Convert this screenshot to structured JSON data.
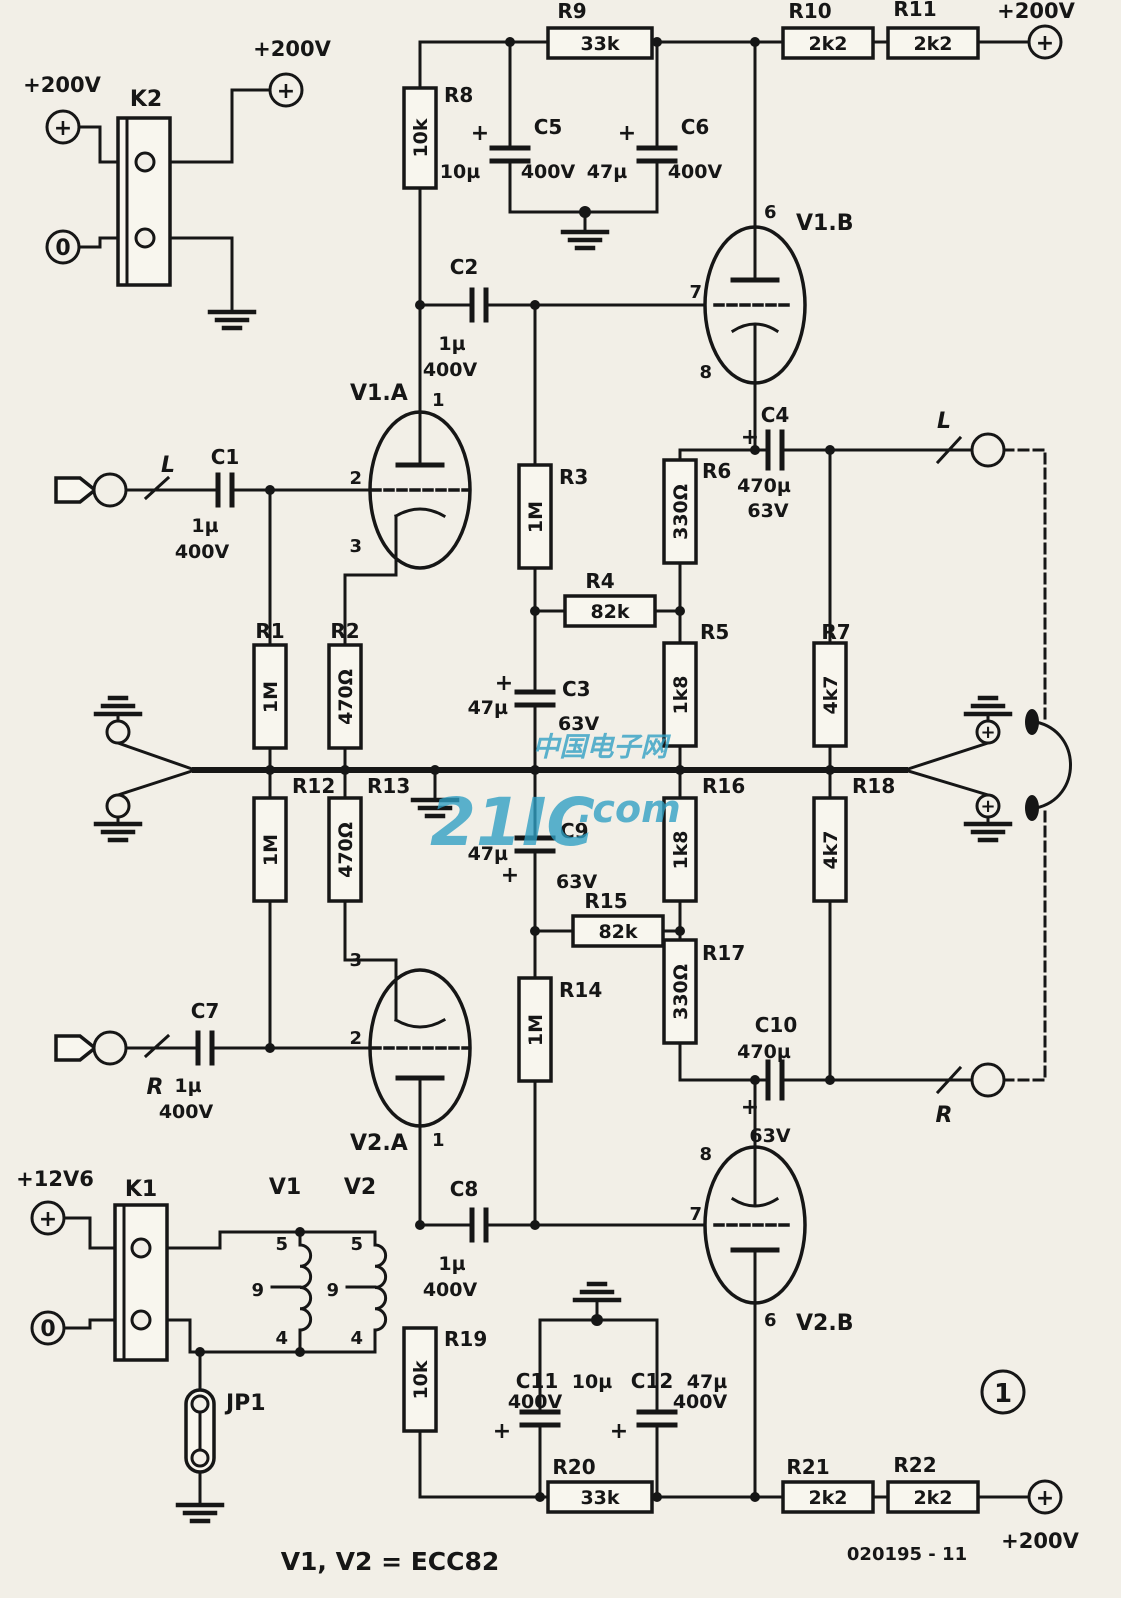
{
  "schematic": {
    "figure_number": "1",
    "doc_number": "020195 - 11",
    "tube_note": "V1, V2 = ECC82"
  },
  "watermark": {
    "brand": "21IC",
    "suffix": ".com",
    "chinese": "中国电子网"
  },
  "power": {
    "v200_k2_in": "+200V",
    "v200_k2_out": "+200V",
    "v200_top": "+200V",
    "v200_bottom": "+200V",
    "v12": "+12V6",
    "zero_top": "0",
    "zero_bottom": "0",
    "plus": "+"
  },
  "connectors": {
    "k2": "K2",
    "k1": "K1",
    "jp1": "JP1"
  },
  "io": {
    "input_l": "L",
    "input_r": "R",
    "output_l": "L",
    "output_r": "R"
  },
  "tubes": {
    "v1a": {
      "name": "V1.A",
      "pin_anode": "1",
      "pin_grid": "2",
      "pin_cathode": "3"
    },
    "v1b": {
      "name": "V1.B",
      "pin_anode": "6",
      "pin_grid": "7",
      "pin_cathode": "8"
    },
    "v2a": {
      "name": "V2.A",
      "pin_anode": "1",
      "pin_grid": "2",
      "pin_cathode": "3"
    },
    "v2b": {
      "name": "V2.B",
      "pin_anode": "6",
      "pin_grid": "7",
      "pin_cathode": "8"
    }
  },
  "heaters": {
    "v1": "V1",
    "v2": "V2",
    "pin5": "5",
    "pin9": "9",
    "pin4": "4"
  },
  "resistors": {
    "r1": {
      "ref": "R1",
      "value": "1M"
    },
    "r2": {
      "ref": "R2",
      "value": "470Ω"
    },
    "r3": {
      "ref": "R3",
      "value": "1M"
    },
    "r4": {
      "ref": "R4",
      "value": "82k"
    },
    "r5": {
      "ref": "R5",
      "value": "1k8"
    },
    "r6": {
      "ref": "R6",
      "value": "330Ω"
    },
    "r7": {
      "ref": "R7",
      "value": "4k7"
    },
    "r8": {
      "ref": "R8",
      "value": "10k"
    },
    "r9": {
      "ref": "R9",
      "value": "33k"
    },
    "r10": {
      "ref": "R10",
      "value": "2k2"
    },
    "r11": {
      "ref": "R11",
      "value": "2k2"
    },
    "r12": {
      "ref": "R12",
      "value": "1M"
    },
    "r13": {
      "ref": "R13",
      "value": "470Ω"
    },
    "r14": {
      "ref": "R14",
      "value": "1M"
    },
    "r15": {
      "ref": "R15",
      "value": "82k"
    },
    "r16": {
      "ref": "R16",
      "value": "1k8"
    },
    "r17": {
      "ref": "R17",
      "value": "330Ω"
    },
    "r18": {
      "ref": "R18",
      "value": "4k7"
    },
    "r19": {
      "ref": "R19",
      "value": "10k"
    },
    "r20": {
      "ref": "R20",
      "value": "33k"
    },
    "r21": {
      "ref": "R21",
      "value": "2k2"
    },
    "r22": {
      "ref": "R22",
      "value": "2k2"
    }
  },
  "capacitors": {
    "c1": {
      "ref": "C1",
      "value": "1µ",
      "voltage": "400V"
    },
    "c2": {
      "ref": "C2",
      "value": "1µ",
      "voltage": "400V"
    },
    "c3": {
      "ref": "C3",
      "value": "47µ",
      "voltage": "63V",
      "polarity": "+"
    },
    "c4": {
      "ref": "C4",
      "value": "470µ",
      "voltage": "63V",
      "polarity": "+"
    },
    "c5": {
      "ref": "C5",
      "value": "10µ",
      "voltage": "400V",
      "polarity": "+"
    },
    "c6": {
      "ref": "C6",
      "value": "47µ",
      "voltage": "400V",
      "polarity": "+"
    },
    "c7": {
      "ref": "C7",
      "value": "1µ",
      "voltage": "400V"
    },
    "c8": {
      "ref": "C8",
      "value": "1µ",
      "voltage": "400V"
    },
    "c9": {
      "ref": "C9",
      "value": "47µ",
      "voltage": "63V",
      "polarity": "+"
    },
    "c10": {
      "ref": "C10",
      "value": "470µ",
      "voltage": "63V",
      "polarity": "+"
    },
    "c11": {
      "ref": "C11",
      "value": "10µ",
      "voltage": "400V",
      "polarity": "+"
    },
    "c12": {
      "ref": "C12",
      "value": "47µ",
      "voltage": "400V",
      "polarity": "+"
    }
  }
}
